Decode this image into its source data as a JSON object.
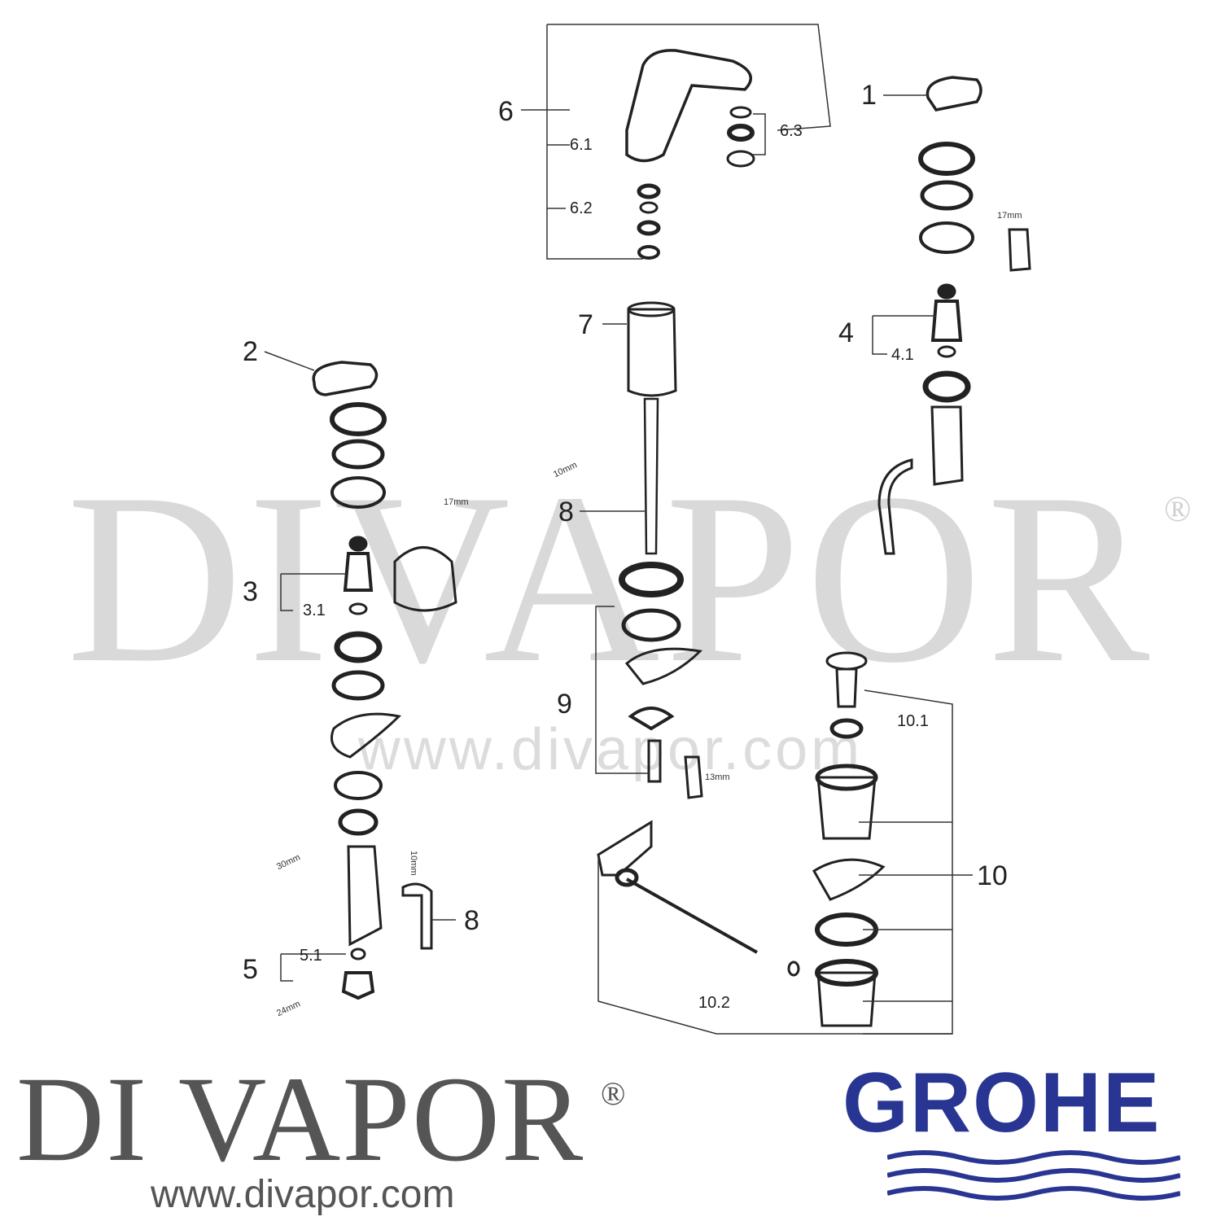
{
  "watermark": {
    "text": "DIVAPOR",
    "registered": "®",
    "url": "www.divapor.com"
  },
  "brand": {
    "name": "DI VAPOR",
    "registered": "®",
    "url": "www.divapor.com"
  },
  "manufacturer": {
    "name": "GROHE",
    "color": "#283592"
  },
  "labels": {
    "p1": "1",
    "p2": "2",
    "p3": "3",
    "p3_1": "3.1",
    "p4": "4",
    "p4_1": "4.1",
    "p5": "5",
    "p5_1": "5.1",
    "p6": "6",
    "p6_1": "6.1",
    "p6_2": "6.2",
    "p6_3": "6.3",
    "p7": "7",
    "p8a": "8",
    "p8b": "8",
    "p9": "9",
    "p10": "10",
    "p10_1": "10.1",
    "p10_2": "10.2"
  },
  "tools": {
    "t17a": "17mm",
    "t17b": "17mm",
    "t13": "13mm",
    "t10a": "10mm",
    "t10b": "10mm",
    "t24": "24mm",
    "t30": "30mm"
  }
}
